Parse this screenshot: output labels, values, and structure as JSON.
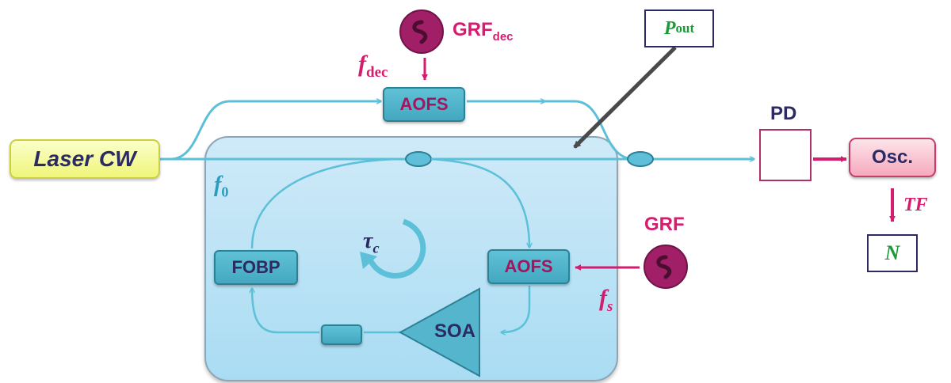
{
  "components": {
    "laser": "Laser CW",
    "aofs_top": "AOFS",
    "aofs_cavity": "AOFS",
    "fobp": "FOBP",
    "soa": "SOA",
    "pd": "PD",
    "osc": "Osc."
  },
  "labels": {
    "grf_dec_main": "GRF",
    "grf_dec_sub": "dec",
    "grf": "GRF",
    "f_dec_main": "f",
    "f_dec_sub": "dec",
    "f_s_main": "f",
    "f_s_sub": "s",
    "f0_main": "f",
    "f0_sub": "0",
    "tau_main": "τ",
    "tau_sub": "c",
    "p_out_main": "P",
    "p_out_sub": "out",
    "tf": "TF",
    "n": "N"
  },
  "colors": {
    "fiber": "#5bc0d8",
    "control": "#d61c6e",
    "generator": "#a01f66",
    "navy": "#2c2a63",
    "green": "#1a9b38"
  }
}
